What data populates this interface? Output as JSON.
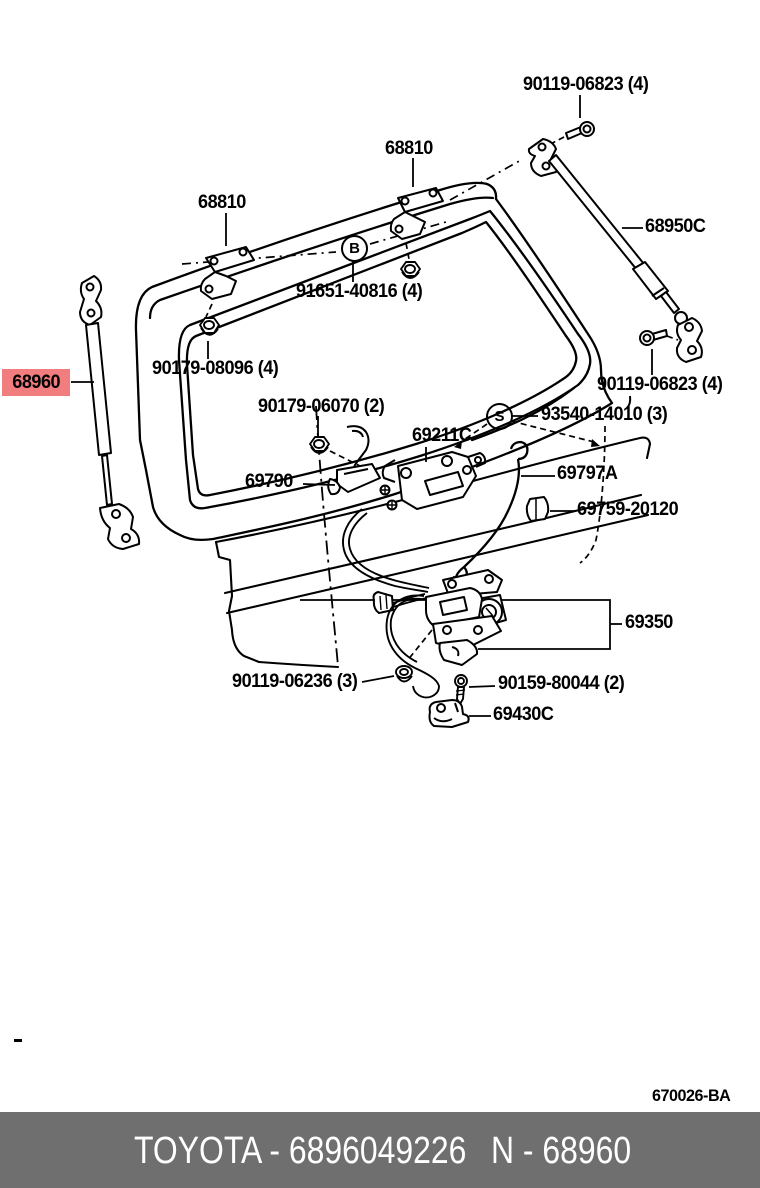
{
  "labels": {
    "bolt_top_right": "90119-06823 (4)",
    "hinge_right": "68810",
    "hinge_left": "68810",
    "strut_right": "68950C",
    "bolt_b": "91651-40816 (4)",
    "nut_hinge": "90179-08096 (4)",
    "strut_left": "68960",
    "bolt_strut_lower": "90119-06823 (4)",
    "nut_handle": "90179-06070 (2)",
    "latch": "69211C",
    "screw_s": "93540-14010 (3)",
    "rod": "69797A",
    "clip": "69759-20120",
    "handle": "69790",
    "lock_assembly": "69350",
    "bolt_lock": "90119-06236 (3)",
    "screw_striker": "90159-80044 (2)",
    "striker": "69430C",
    "symbol_b": "B",
    "symbol_s": "S"
  },
  "highlighted_part": {
    "number": "68960",
    "highlight_color": "#f27d7e"
  },
  "figure_code": "670026-BA",
  "footer": {
    "left": "TOYOTA - 6896049226",
    "right": "N - 68960",
    "background": "#6f6f6f"
  }
}
